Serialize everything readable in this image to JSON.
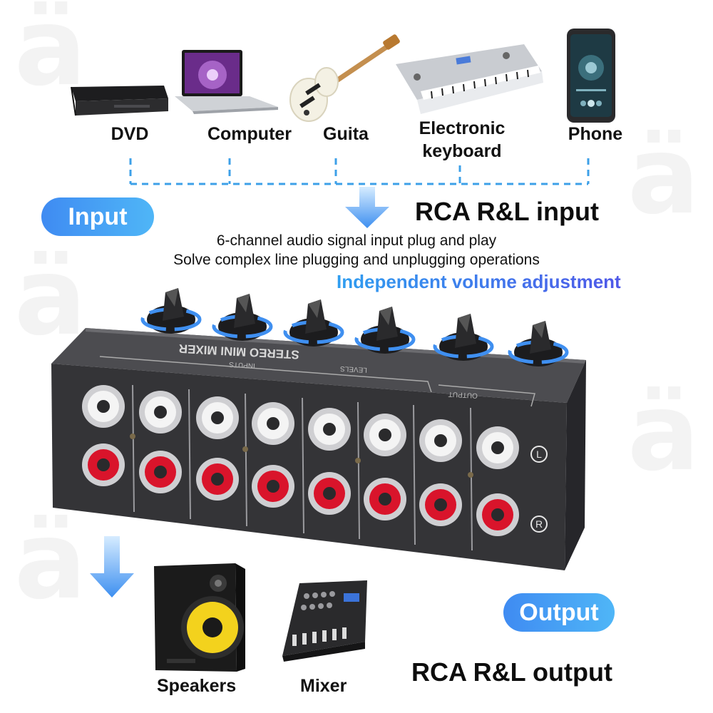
{
  "devices": {
    "dvd": "DVD",
    "computer": "Computer",
    "guitar": "Guita",
    "keyboard_line1": "Electronic",
    "keyboard_line2": "keyboard",
    "phone": "Phone"
  },
  "input": {
    "pill": "Input",
    "heading": "RCA R&L input",
    "desc_line1": "6-channel audio signal input plug and play",
    "desc_line2": "Solve complex line plugging and unplugging operations",
    "highlight": "Independent volume adjustment"
  },
  "device_panel": {
    "title": "STEREO MINI MIXER",
    "inputs": "INPUTS",
    "levels": "LEVELS",
    "output": "OUTPUT",
    "left": "L",
    "right": "R"
  },
  "output": {
    "pill": "Output",
    "heading": "RCA R&L output",
    "speakers": "Speakers",
    "mixer": "Mixer"
  },
  "colors": {
    "accent_blue": "#4a9ff5",
    "jack_red": "#d9142b",
    "chassis": "#3a3a3c"
  }
}
